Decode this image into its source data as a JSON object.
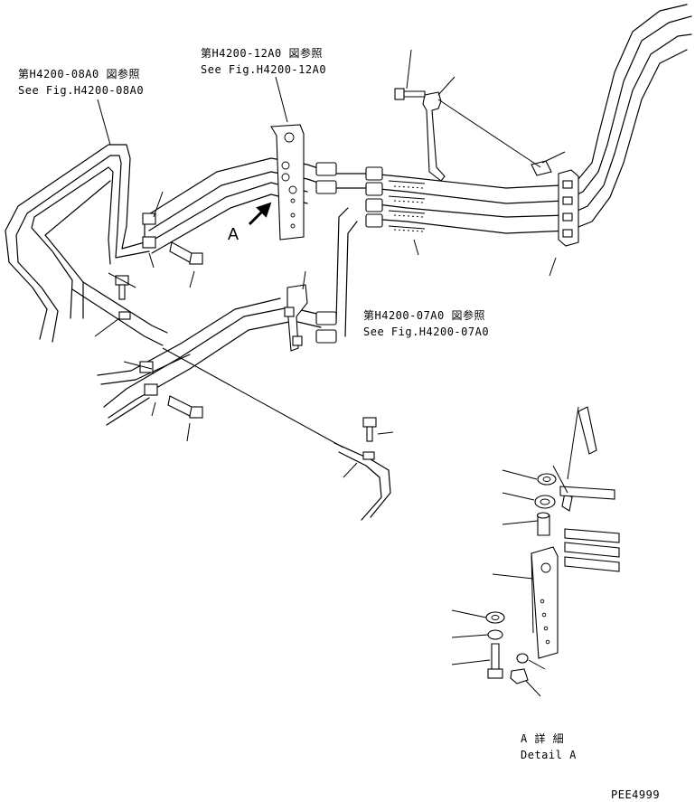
{
  "references": [
    {
      "jp": "第H4200-08A0 図参照",
      "en": "See Fig.H4200-08A0"
    },
    {
      "jp": "第H4200-12A0 図参照",
      "en": "See Fig.H4200-12A0"
    },
    {
      "jp": "第H4200-07A0 図参照",
      "en": "See Fig.H4200-07A0"
    }
  ],
  "view_marker": "A",
  "detail": {
    "line1": "A  詳  細",
    "line2": "Detail A"
  },
  "drawing_code": "PEE4999"
}
